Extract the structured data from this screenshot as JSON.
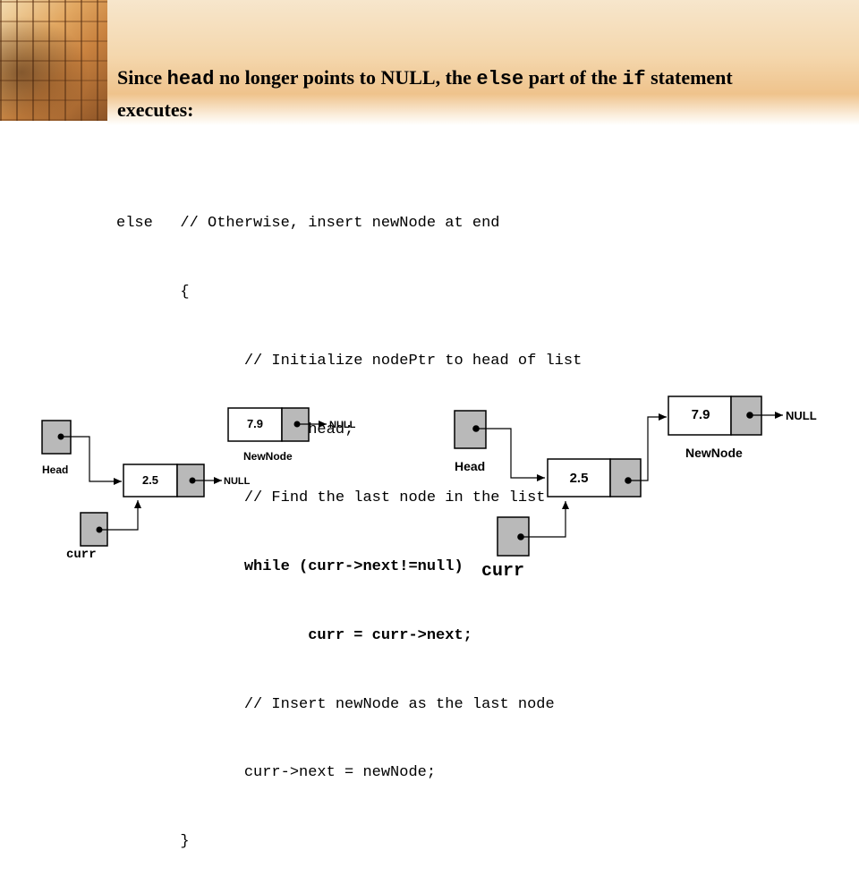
{
  "title": {
    "line1_a": "Since ",
    "line1_b": "head",
    "line1_c": " no longer points to NULL, the ",
    "line1_d": "else",
    "line1_e": " part of the ",
    "line1_f": "if",
    "line1_g": " statement",
    "line2": "executes:"
  },
  "code": {
    "line1": "else   // Otherwise, insert newNode at end",
    "line2": "       {",
    "line3": "              // Initialize nodePtr to head of list",
    "line4": "              curr = head;",
    "line5": "              // Find the last node in the list",
    "line6": "              while (curr->next!=null)",
    "line7": "                     curr = curr->next;",
    "line8": "              // Insert newNode as the last node",
    "line9": "              curr->next = newNode;",
    "line10": "       }"
  },
  "diagram_left": {
    "head_label": "Head",
    "node_value": "2.5",
    "null_label_1": "NULL",
    "new_value": "7.9",
    "null_label_2": "NULL",
    "newnode_label": "NewNode",
    "curr_label": "curr"
  },
  "diagram_right": {
    "head_label": "Head",
    "node_value": "2.5",
    "new_value": "7.9",
    "null_label": "NULL",
    "newnode_label": "NewNode",
    "curr_label": "curr"
  },
  "colors": {
    "box_fill": "#b9b9b9",
    "band": "#efc38c"
  }
}
